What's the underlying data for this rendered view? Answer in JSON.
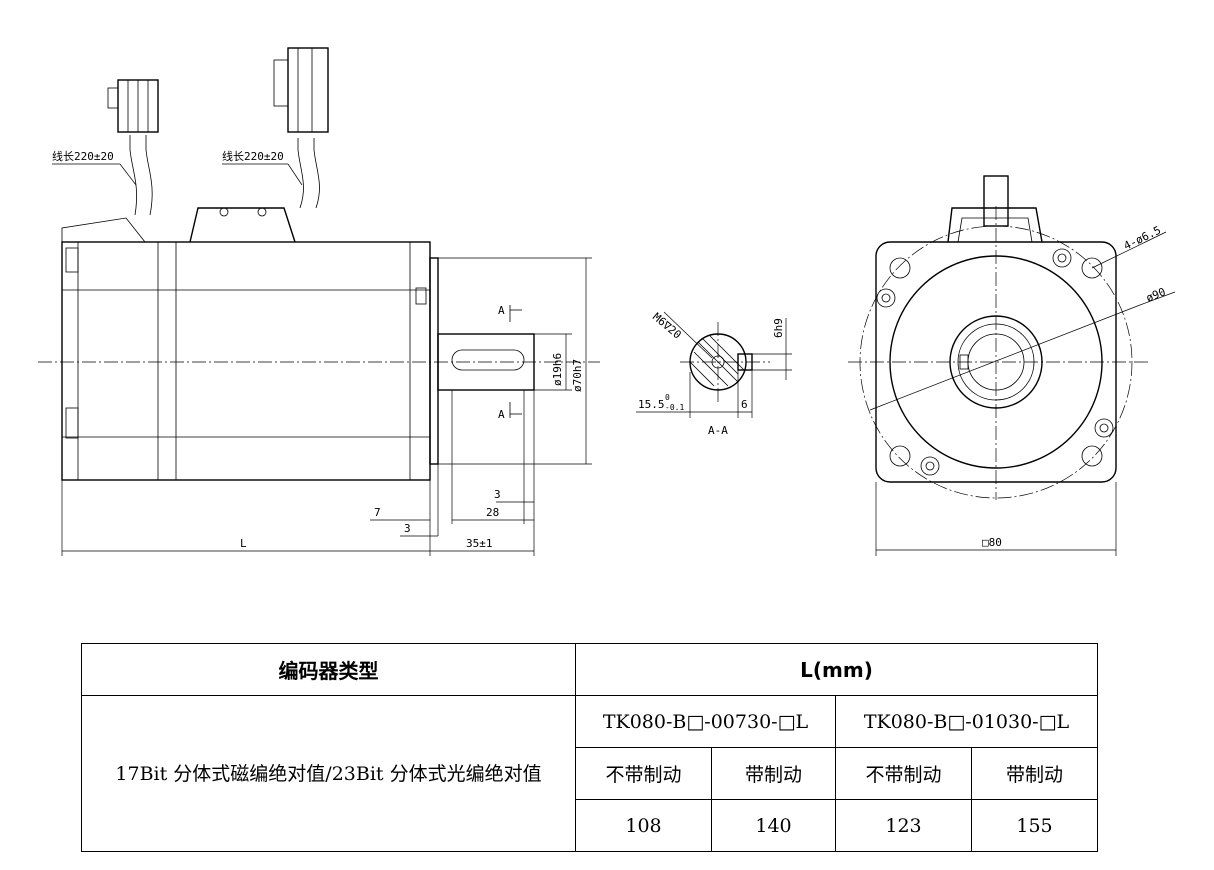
{
  "drawing": {
    "side_view": {
      "cable_label_1": "线长220±20",
      "cable_label_2": "线长220±20",
      "section_mark_top": "A",
      "section_mark_bottom": "A",
      "dim_shaft": "ø19h6",
      "dim_spigot": "ø70h7",
      "dim_7": "7",
      "dim_3_flange": "3",
      "dim_3_shaft": "3",
      "dim_28": "28",
      "dim_L": "L",
      "dim_35": "35±1"
    },
    "section_view": {
      "thread": "M6∇20",
      "key_width": "6h9",
      "key_depth": "15.5",
      "key_depth_tol_upper": "0",
      "key_depth_tol_lower": "-0.1",
      "key_dim": "6",
      "title": "A-A"
    },
    "front_view": {
      "holes": "4-ø6.5",
      "pcd": "ø90",
      "square": "□80"
    }
  },
  "table": {
    "header_encoder": "编码器类型",
    "header_length": "L(mm)",
    "encoder_text": "17Bit 分体式磁编绝对值/23Bit 分体式光编绝对值",
    "model_1": "TK080-B□-00730-□L",
    "model_2": "TK080-B□-01030-□L",
    "no_brake_1": "不带制动",
    "brake_1": "带制动",
    "no_brake_2": "不带制动",
    "brake_2": "带制动",
    "val_1": "108",
    "val_2": "140",
    "val_3": "123",
    "val_4": "155"
  }
}
